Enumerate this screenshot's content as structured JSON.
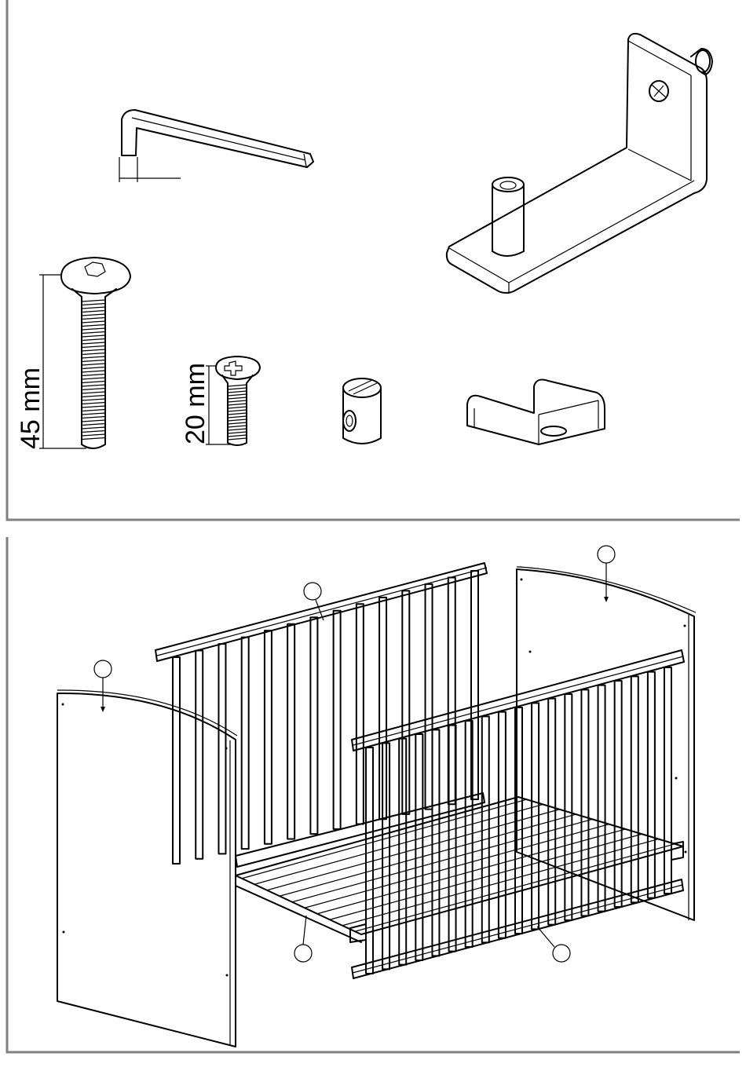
{
  "parts_panel": {
    "hex_key": {
      "icon": "hex-key-icon"
    },
    "bracket": {
      "icon": "corner-bracket-icon"
    },
    "long_bolt": {
      "length_label": "45 mm",
      "icon": "hex-bolt-icon"
    },
    "short_bolt": {
      "length_label": "20 mm",
      "icon": "phillips-bolt-icon"
    },
    "barrel_nut": {
      "icon": "barrel-nut-icon"
    },
    "u_clip": {
      "icon": "u-clip-icon"
    }
  },
  "assembly_panel": {
    "callouts": [
      "",
      "",
      "",
      "",
      ""
    ],
    "parts": [
      "left-end-panel",
      "right-end-panel",
      "back-side-rail",
      "front-side-rail",
      "mattress-base"
    ]
  },
  "colors": {
    "line": "#000000",
    "frame": "#808080",
    "background": "#ffffff"
  }
}
